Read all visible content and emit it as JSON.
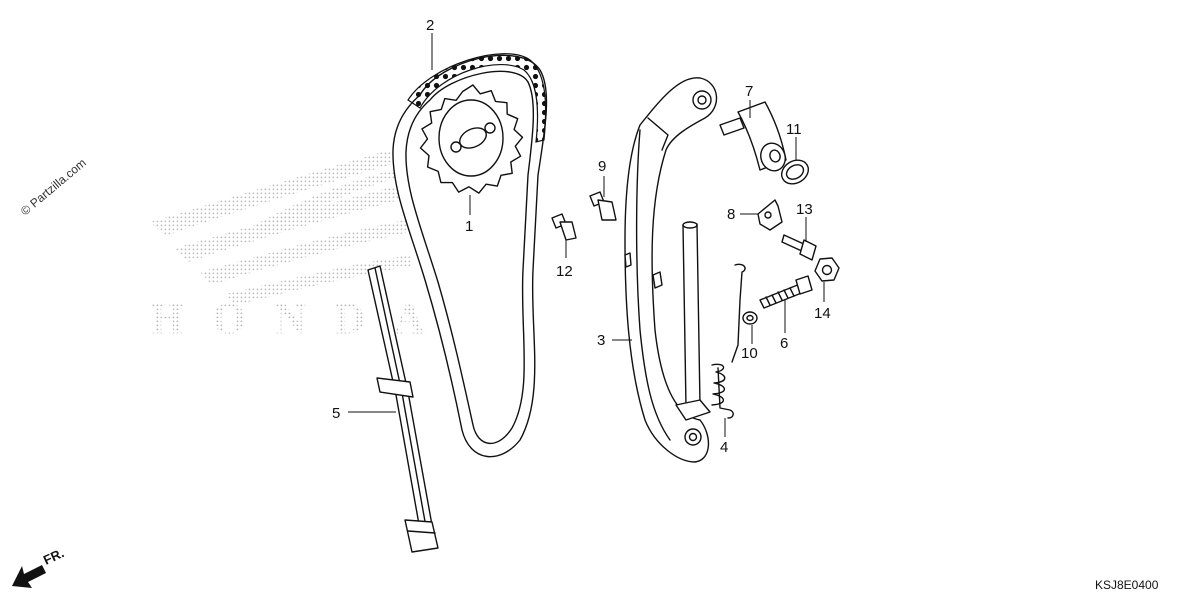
{
  "watermark": {
    "text": "© Partzilla.com"
  },
  "brand_background": {
    "text": "HONDA",
    "color": "#c8c8c8"
  },
  "callouts": {
    "c1": "1",
    "c2": "2",
    "c3": "3",
    "c4": "4",
    "c5": "5",
    "c6": "6",
    "c7": "7",
    "c8": "8",
    "c9": "9",
    "c10": "10",
    "c11": "11",
    "c12": "12",
    "c13": "13",
    "c14": "14"
  },
  "direction_marker": {
    "label": "FR."
  },
  "diagram_code": "KSJ8E0400",
  "colors": {
    "line": "#111111",
    "paper": "#ffffff",
    "dots": "#b5b5b5"
  }
}
